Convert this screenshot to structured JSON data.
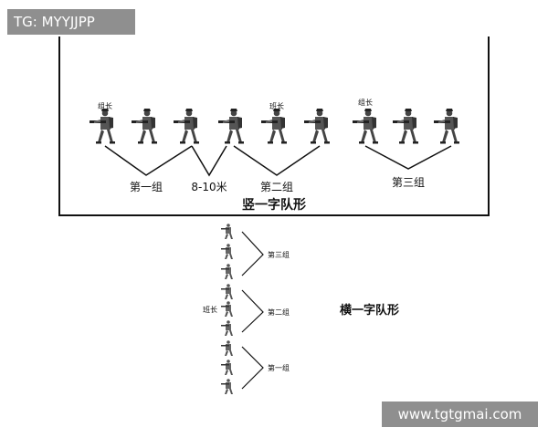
{
  "watermark_top": "TG: MYYJJPP",
  "watermark_bottom": "www.tgtgmai.com",
  "vertical_formation": {
    "title": "竖一字队形",
    "group_labels": [
      "第一组",
      "第二组",
      "第三组"
    ],
    "spacing_label": "8-10米",
    "rank_labels": [
      "组长",
      "班长",
      "组长"
    ]
  },
  "horizontal_formation": {
    "title": "横一字队形",
    "group_labels": [
      "第三组",
      "第二组",
      "第一组"
    ],
    "rank_label": "班长"
  }
}
